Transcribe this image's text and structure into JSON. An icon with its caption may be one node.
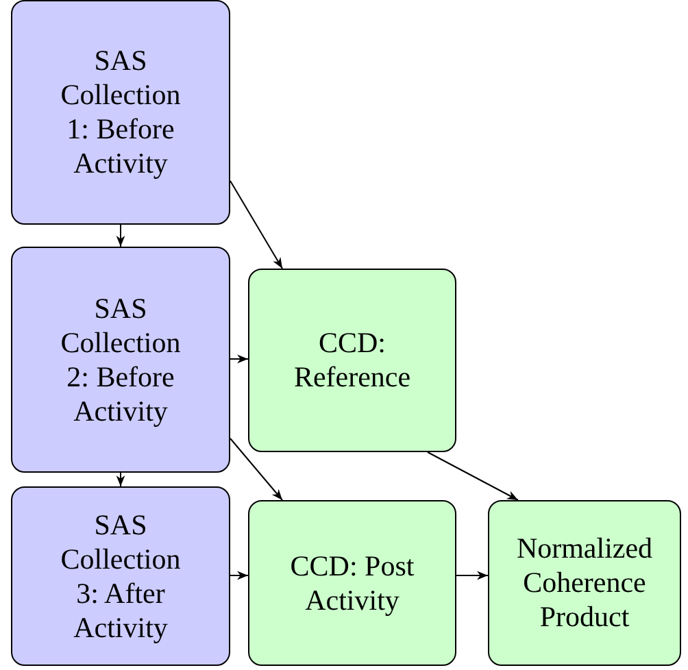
{
  "diagram": {
    "nodes": [
      {
        "text": [
          "SAS Collection 1: Before Activity"
        ]
      },
      {
        "text": [
          "SAS Collection 2: Before Activity"
        ]
      },
      {
        "text": [
          "SAS Collection 3: After Activity"
        ]
      },
      {
        "text": [
          "CCD: Reference"
        ]
      },
      {
        "text": [
          "CCD: Post Activity"
        ]
      },
      {
        "text": [
          "Normalized Coherence Product"
        ]
      }
    ],
    "edges": [
      {
        "from": 0,
        "to": 1,
        "arrow": "to"
      },
      {
        "from": 0,
        "to": 3,
        "arrow": "to"
      },
      {
        "from": 1,
        "to": 3,
        "arrow": "to"
      },
      {
        "from": 1,
        "to": 2,
        "arrow": "to"
      },
      {
        "from": 1,
        "to": 4,
        "arrow": "to"
      },
      {
        "from": 2,
        "to": 4,
        "arrow": "to"
      },
      {
        "from": 3,
        "to": 5,
        "arrow": "to"
      },
      {
        "from": 4,
        "to": 5,
        "arrow": "to"
      }
    ]
  }
}
